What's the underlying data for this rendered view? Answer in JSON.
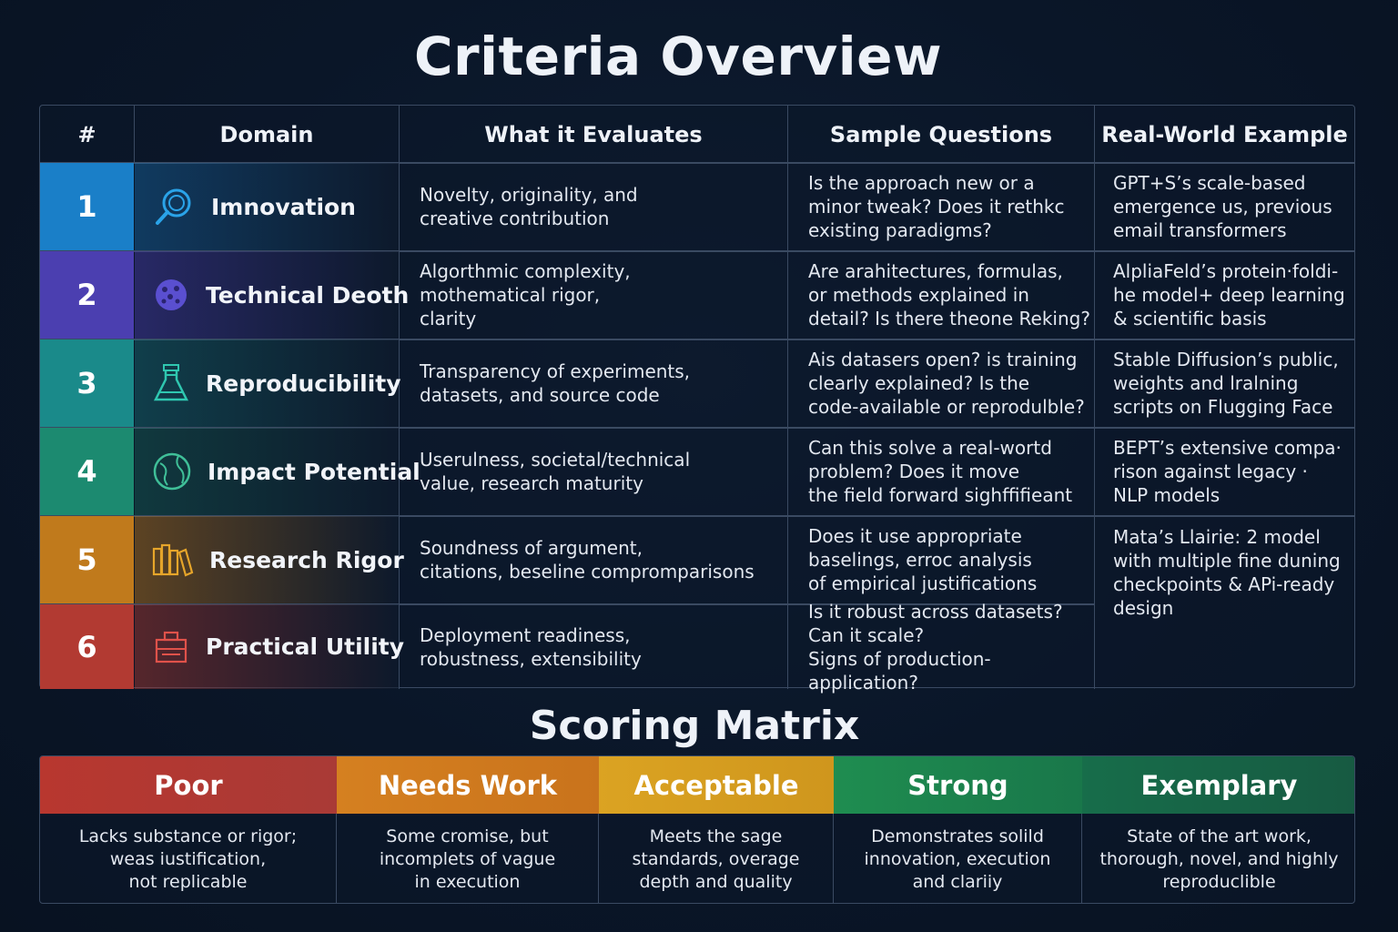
{
  "title": "Criteria Overview",
  "headers": {
    "num": "#",
    "domain": "Domain",
    "evaluates": "What it Evaluates",
    "questions": "Sample Questions",
    "example": "Real-World Example"
  },
  "rows": [
    {
      "num": "1",
      "domain": "Imnovation",
      "icon": "magnifier-icon",
      "color": "#1a7fc8",
      "evaluates": "Novelty, originality, and\ncreative contribution",
      "questions": "Is the approach new or a\nminor tweak? Does it rethkc\nexisting paradigms?",
      "example": "GPT+S’s scale-based\nemergence us, previous\nemail transformers"
    },
    {
      "num": "2",
      "domain": "Technical Deoth",
      "icon": "chip-icon",
      "color": "#4b3fb0",
      "evaluates": "Algorthmic complexity,\nmothematical rigor,\nclarity",
      "questions": "Are arahitectures, formulas,\nor methods explained in\ndetail? Is there theone Reking?",
      "example": "AlpliaFeld’s protein·foldi-\nhe model+ deep learning\n& scientific basis"
    },
    {
      "num": "3",
      "domain": "Reproducibility",
      "icon": "lab-flask-icon",
      "color": "#1a8a8a",
      "evaluates": "Transparency of experiments,\ndatasets, and source code",
      "questions": "Ais datasers open? is training\nclearly explained? Is the\ncode-available or reprodulble?",
      "example": "Stable Diffusion’s public,\nweights and lralning\nscripts on Flugging Face"
    },
    {
      "num": "4",
      "domain": "Impact Potential",
      "icon": "globe-icon",
      "color": "#1c8a70",
      "evaluates": "Userulness, societal/technical\nvalue, research maturity",
      "questions": "Can this solve a real-wortd\nproblem? Does it move\nthe field forward sighffifieant",
      "example": "BEPT’s extensive compa·\nrison against legacy ·\nNLP models"
    },
    {
      "num": "5",
      "domain": "Research Rigor",
      "icon": "books-icon",
      "color": "#c07a1c",
      "evaluates": "Soundness of argument,\ncitations, beseline compromparisons",
      "questions": "Does it use appropriate\nbaselings, erroc analysis\nof empirical justifications",
      "example": "Mata’s Llairie: 2 model\nwith multiple fine duning\ncheckpoints & APi-ready\ndesign"
    },
    {
      "num": "6",
      "domain": "Practical Utility",
      "icon": "toolbox-icon",
      "color": "#b23a32",
      "evaluates": "Deployment readiness,\nrobustness, extensibility",
      "questions": "Is it robust across datasets?\nCan it scale?\nSigns of production-application?",
      "example": ""
    }
  ],
  "scoring_title": "Scoring Matrix",
  "levels": [
    {
      "label": "Poor",
      "color": "#b8372f",
      "desc": "Lacks substance or rigor;\nweas iustification,\nnot replicable"
    },
    {
      "label": "Needs Work",
      "color": "#d07a1e",
      "desc": "Some cromise, but\nincomplets of vague\nin execution"
    },
    {
      "label": "Acceptable",
      "color": "#d49a1a",
      "desc": "Meets the sage\nstandards, overage\ndepth and quality"
    },
    {
      "label": "Strong",
      "color": "#1f8a4c",
      "desc": "Demonstrates solild\ninnovation, execution\nand clariiy"
    },
    {
      "label": "Exemplary",
      "color": "#186a48",
      "desc": "State of the art work,\nthorough, novel, and highly\nreproduclible"
    }
  ]
}
